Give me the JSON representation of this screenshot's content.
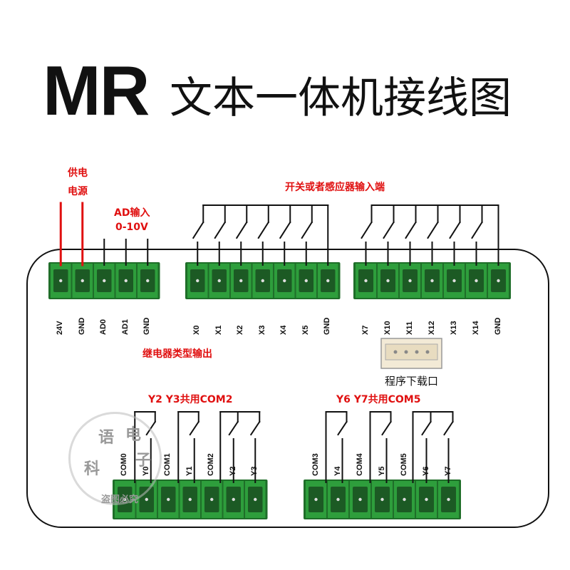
{
  "title": {
    "main": "MR",
    "sub": "文本一体机接线图"
  },
  "labels": {
    "power": "供电\n电源",
    "power_line1": "供电",
    "power_line2": "电源",
    "ad_input_line1": "AD输入",
    "ad_input_line2": "0-10V",
    "switch_input": "开关或者感应器输入端",
    "relay_output": "继电器类型输出",
    "program_port": "程序下载口",
    "y2y3_common": "Y2 Y3共用COM2",
    "y6y7_common": "Y6 Y7共用COM5"
  },
  "terminals": {
    "power_ad": [
      "24V",
      "GND",
      "AD0",
      "AD1",
      "GND"
    ],
    "input_a": [
      "X0",
      "X1",
      "X2",
      "X3",
      "X4",
      "X5",
      "GND"
    ],
    "input_b": [
      "X7",
      "X10",
      "X11",
      "X12",
      "X13",
      "X14",
      "GND"
    ],
    "output_a": [
      "COM0",
      "Y0",
      "COM1",
      "Y1",
      "COM2",
      "Y2",
      "Y3"
    ],
    "output_b": [
      "COM3",
      "Y4",
      "COM4",
      "Y5",
      "COM5",
      "Y6",
      "Y7"
    ]
  },
  "watermark": {
    "chars": [
      "科",
      "语",
      "电",
      "子"
    ],
    "bottom": "盗图必究"
  },
  "colors": {
    "connector_green": "#2e9e3c",
    "connector_dark": "#1f6e29",
    "label_red": "#e01010",
    "wire_red": "#e01010",
    "wire_black": "#111111",
    "board_outline": "#111111"
  }
}
